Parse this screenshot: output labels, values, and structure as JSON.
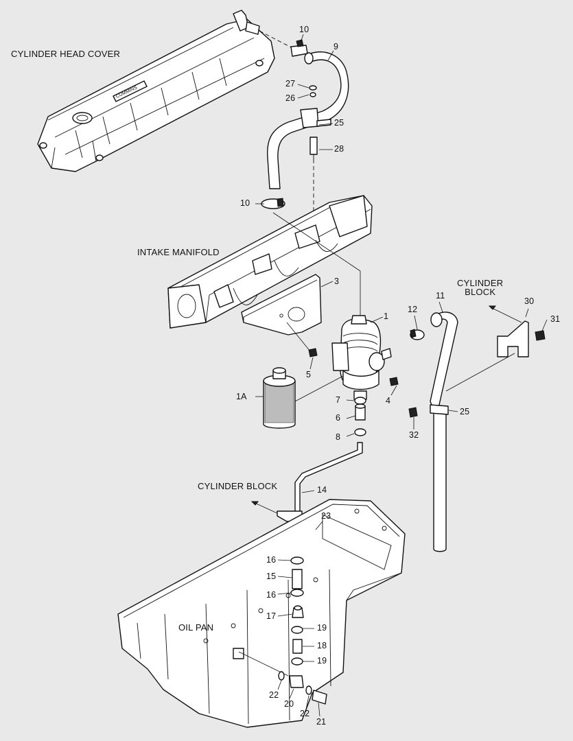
{
  "labels": {
    "cylinder_head_cover": "CYLINDER HEAD COVER",
    "intake_manifold": "INTAKE MANIFOLD",
    "cylinder_block_upper": "CYLINDER\nBLOCK",
    "cylinder_block_lower": "CYLINDER BLOCK",
    "oil_pan": "OIL PAN"
  },
  "callouts": {
    "c10a": "10",
    "c9": "9",
    "c27": "27",
    "c26": "26",
    "c25a": "25",
    "c28": "28",
    "c10b": "10",
    "c3": "3",
    "c1": "1",
    "c12": "12",
    "c11": "11",
    "c30": "30",
    "c31": "31",
    "c5": "5",
    "c1a": "1A",
    "c4": "4",
    "c7": "7",
    "c6": "6",
    "c8": "8",
    "c25b": "25",
    "c32": "32",
    "c14": "14",
    "c23": "23",
    "c16a": "16",
    "c15": "15",
    "c16b": "16",
    "c17": "17",
    "c19a": "19",
    "c18": "18",
    "c19b": "19",
    "c22a": "22",
    "c20": "20",
    "c22b": "22",
    "c21": "21"
  },
  "colors": {
    "background": "#e9e9e9",
    "line": "#111111",
    "part_fill": "#ffffff"
  }
}
